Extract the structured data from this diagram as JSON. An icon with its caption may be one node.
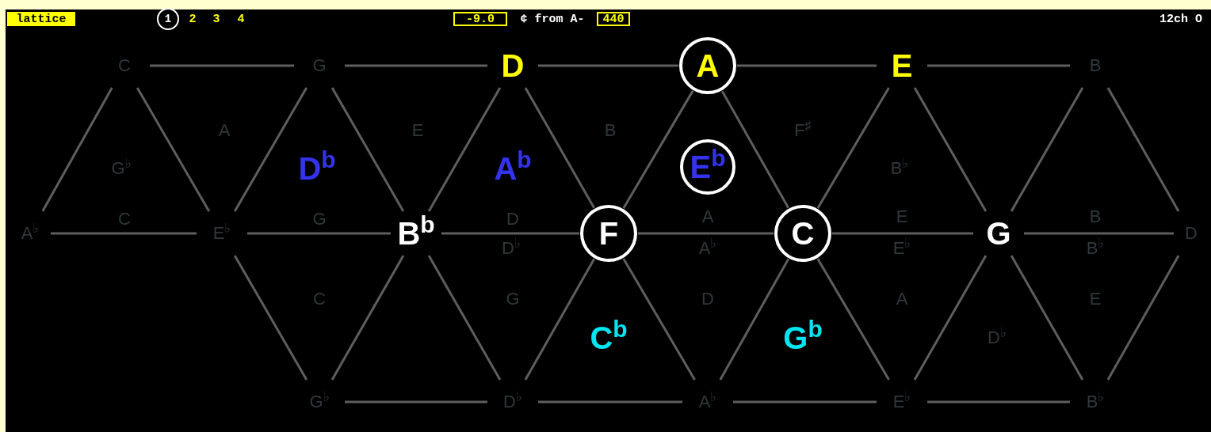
{
  "diagram": {
    "nodes": [
      {
        "text": [
          "lattice"
        ]
      },
      {
        "text": [
          "1"
        ]
      },
      {
        "text": [
          "-9.0"
        ]
      },
      {
        "text": [
          "440"
        ]
      },
      {
        "text": [
          "C"
        ]
      },
      {
        "text": [
          "G"
        ]
      },
      {
        "text": [
          "D"
        ]
      },
      {
        "text": [
          "A"
        ]
      },
      {
        "text": [
          "E"
        ]
      },
      {
        "text": [
          "B"
        ]
      },
      {
        "text": [
          "E$^{b}$"
        ]
      },
      {
        "text": [
          "A$^{♭}$"
        ]
      },
      {
        "text": [
          "E$^{♭}$"
        ]
      },
      {
        "text": [
          "B$^{b}$"
        ]
      },
      {
        "text": [
          "F"
        ]
      },
      {
        "text": [
          "C"
        ]
      },
      {
        "text": [
          "G"
        ]
      },
      {
        "text": [
          "D"
        ]
      },
      {
        "text": [
          "G$^{♭}$"
        ]
      },
      {
        "text": [
          "D$^{♭}$"
        ]
      },
      {
        "text": [
          "A$^{♭}$"
        ]
      },
      {
        "text": [
          "E$^{♭}$"
        ]
      },
      {
        "text": [
          "B$^{♭}$"
        ]
      }
    ],
    "edges": [
      {
        "from": 4,
        "to": 5,
        "arrow": "none"
      },
      {
        "from": 5,
        "to": 6,
        "arrow": "none"
      },
      {
        "from": 6,
        "to": 7,
        "arrow": "none"
      },
      {
        "from": 7,
        "to": 8,
        "arrow": "none"
      },
      {
        "from": 8,
        "to": 9,
        "arrow": "none"
      },
      {
        "from": 11,
        "to": 12,
        "arrow": "none"
      },
      {
        "from": 12,
        "to": 13,
        "arrow": "none"
      },
      {
        "from": 13,
        "to": 14,
        "arrow": "none"
      },
      {
        "from": 14,
        "to": 15,
        "arrow": "none"
      },
      {
        "from": 15,
        "to": 16,
        "arrow": "none"
      },
      {
        "from": 16,
        "to": 17,
        "arrow": "none"
      },
      {
        "from": 18,
        "to": 19,
        "arrow": "none"
      },
      {
        "from": 19,
        "to": 20,
        "arrow": "none"
      },
      {
        "from": 20,
        "to": 21,
        "arrow": "none"
      },
      {
        "from": 21,
        "to": 22,
        "arrow": "none"
      },
      {
        "from": 4,
        "to": 11,
        "arrow": "none"
      },
      {
        "from": 4,
        "to": 12,
        "arrow": "none"
      },
      {
        "from": 5,
        "to": 12,
        "arrow": "none"
      },
      {
        "from": 5,
        "to": 13,
        "arrow": "none"
      },
      {
        "from": 6,
        "to": 13,
        "arrow": "none"
      },
      {
        "from": 6,
        "to": 14,
        "arrow": "none"
      },
      {
        "from": 7,
        "to": 14,
        "arrow": "none"
      },
      {
        "from": 7,
        "to": 15,
        "arrow": "none"
      },
      {
        "from": 8,
        "to": 15,
        "arrow": "none"
      },
      {
        "from": 8,
        "to": 16,
        "arrow": "none"
      },
      {
        "from": 9,
        "to": 16,
        "arrow": "none"
      },
      {
        "from": 9,
        "to": 17,
        "arrow": "none"
      },
      {
        "from": 12,
        "to": 18,
        "arrow": "none"
      },
      {
        "from": 13,
        "to": 18,
        "arrow": "none"
      },
      {
        "from": 13,
        "to": 19,
        "arrow": "none"
      },
      {
        "from": 14,
        "to": 19,
        "arrow": "none"
      },
      {
        "from": 14,
        "to": 20,
        "arrow": "none"
      },
      {
        "from": 15,
        "to": 20,
        "arrow": "none"
      },
      {
        "from": 15,
        "to": 21,
        "arrow": "none"
      },
      {
        "from": 16,
        "to": 21,
        "arrow": "none"
      },
      {
        "from": 16,
        "to": 22,
        "arrow": "none"
      },
      {
        "from": 17,
        "to": 22,
        "arrow": "none"
      }
    ],
    "labels": [
      "2",
      "3",
      "4",
      "¢ from A-",
      "12ch O",
      "A",
      "E",
      "B",
      "F$^{♯}$",
      "G$^{♭}$",
      "D$^{b}$",
      "A$^{b}$",
      "B$^{♭}$",
      "C",
      "G",
      "D",
      "A",
      "E",
      "B",
      "D$^{♭}$",
      "A$^{♭}$",
      "E$^{♭}$",
      "B$^{♭}$",
      "C",
      "G",
      "D",
      "A",
      "E",
      "C$^{b}$",
      "G$^{b}$",
      "D$^{♭}$"
    ]
  }
}
